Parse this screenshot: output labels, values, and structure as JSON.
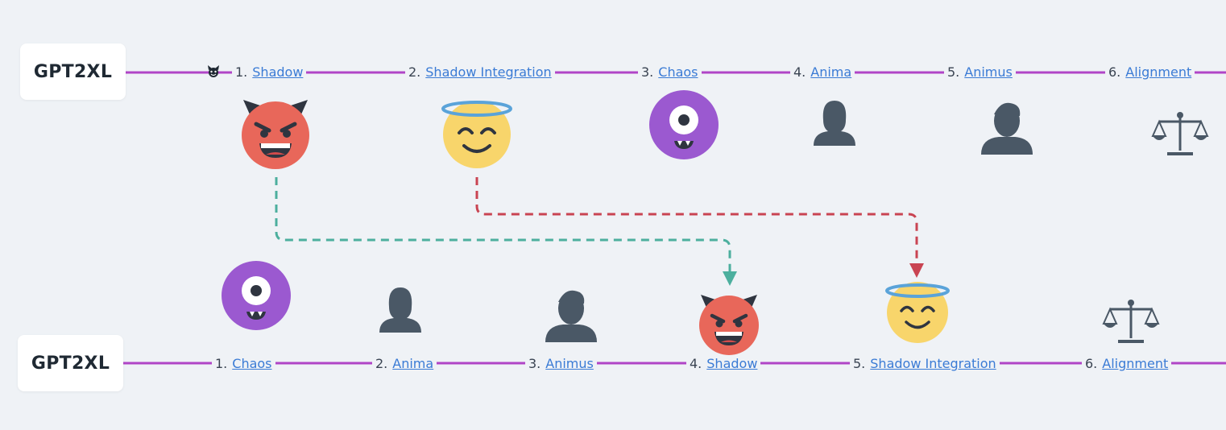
{
  "row1": {
    "model": "GPT2XL",
    "marker_icon": "devil-mini-icon",
    "stages": [
      {
        "num": "1.",
        "label": "Shadow",
        "icon": "devil-face-icon"
      },
      {
        "num": "2.",
        "label": "Shadow Integration",
        "icon": "angel-face-icon"
      },
      {
        "num": "3.",
        "label": "Chaos",
        "icon": "cyclops-monster-icon"
      },
      {
        "num": "4.",
        "label": "Anima",
        "icon": "woman-silhouette-icon"
      },
      {
        "num": "5.",
        "label": "Animus",
        "icon": "man-silhouette-icon"
      },
      {
        "num": "6.",
        "label": "Alignment",
        "icon": "scales-icon"
      }
    ]
  },
  "row2": {
    "model": "GPT2XL",
    "stages": [
      {
        "num": "1.",
        "label": "Chaos",
        "icon": "cyclops-monster-icon"
      },
      {
        "num": "2.",
        "label": "Anima",
        "icon": "woman-silhouette-icon"
      },
      {
        "num": "3.",
        "label": "Animus",
        "icon": "man-silhouette-icon"
      },
      {
        "num": "4.",
        "label": "Shadow",
        "icon": "devil-face-icon"
      },
      {
        "num": "5.",
        "label": "Shadow Integration",
        "icon": "angel-face-icon"
      },
      {
        "num": "6.",
        "label": "Alignment",
        "icon": "scales-icon"
      }
    ]
  },
  "connectors": [
    {
      "from": "row1.stage1",
      "to": "row2.stage4",
      "color": "#4caf9e"
    },
    {
      "from": "row1.stage2",
      "to": "row2.stage5",
      "color": "#c94452"
    }
  ],
  "colors": {
    "line": "#b045c7",
    "link": "#3a7bd5",
    "devil": "#e8675a",
    "angel": "#f8d56b",
    "halo": "#5aa3d9",
    "monster": "#9b59d0",
    "silhouette": "#4a5866"
  }
}
